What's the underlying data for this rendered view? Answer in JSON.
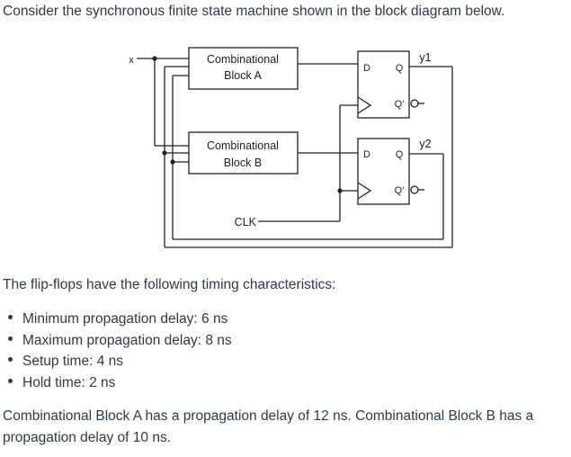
{
  "intro": "Consider the synchronous finite state machine shown in the block diagram below.",
  "diagram": {
    "input_label": "x",
    "block_a": {
      "line1": "Combinational",
      "line2": "Block A"
    },
    "block_b": {
      "line1": "Combinational",
      "line2": "Block B"
    },
    "ff1": {
      "d": "D",
      "q": "Q",
      "qbar": "Q'",
      "output": "y1"
    },
    "ff2": {
      "d": "D",
      "q": "Q",
      "qbar": "Q'",
      "output": "y2"
    },
    "clock_label": "CLK"
  },
  "timing_heading": "The flip-flops have the following timing characteristics:",
  "timing": [
    "Minimum propagation delay: 6 ns",
    "Maximum propagation delay: 8 ns",
    "Setup time: 4 ns",
    "Hold time: 2 ns"
  ],
  "closing": "Combinational Block A has a propagation delay of 12 ns. Combinational Block B has a propagation delay of 10 ns."
}
